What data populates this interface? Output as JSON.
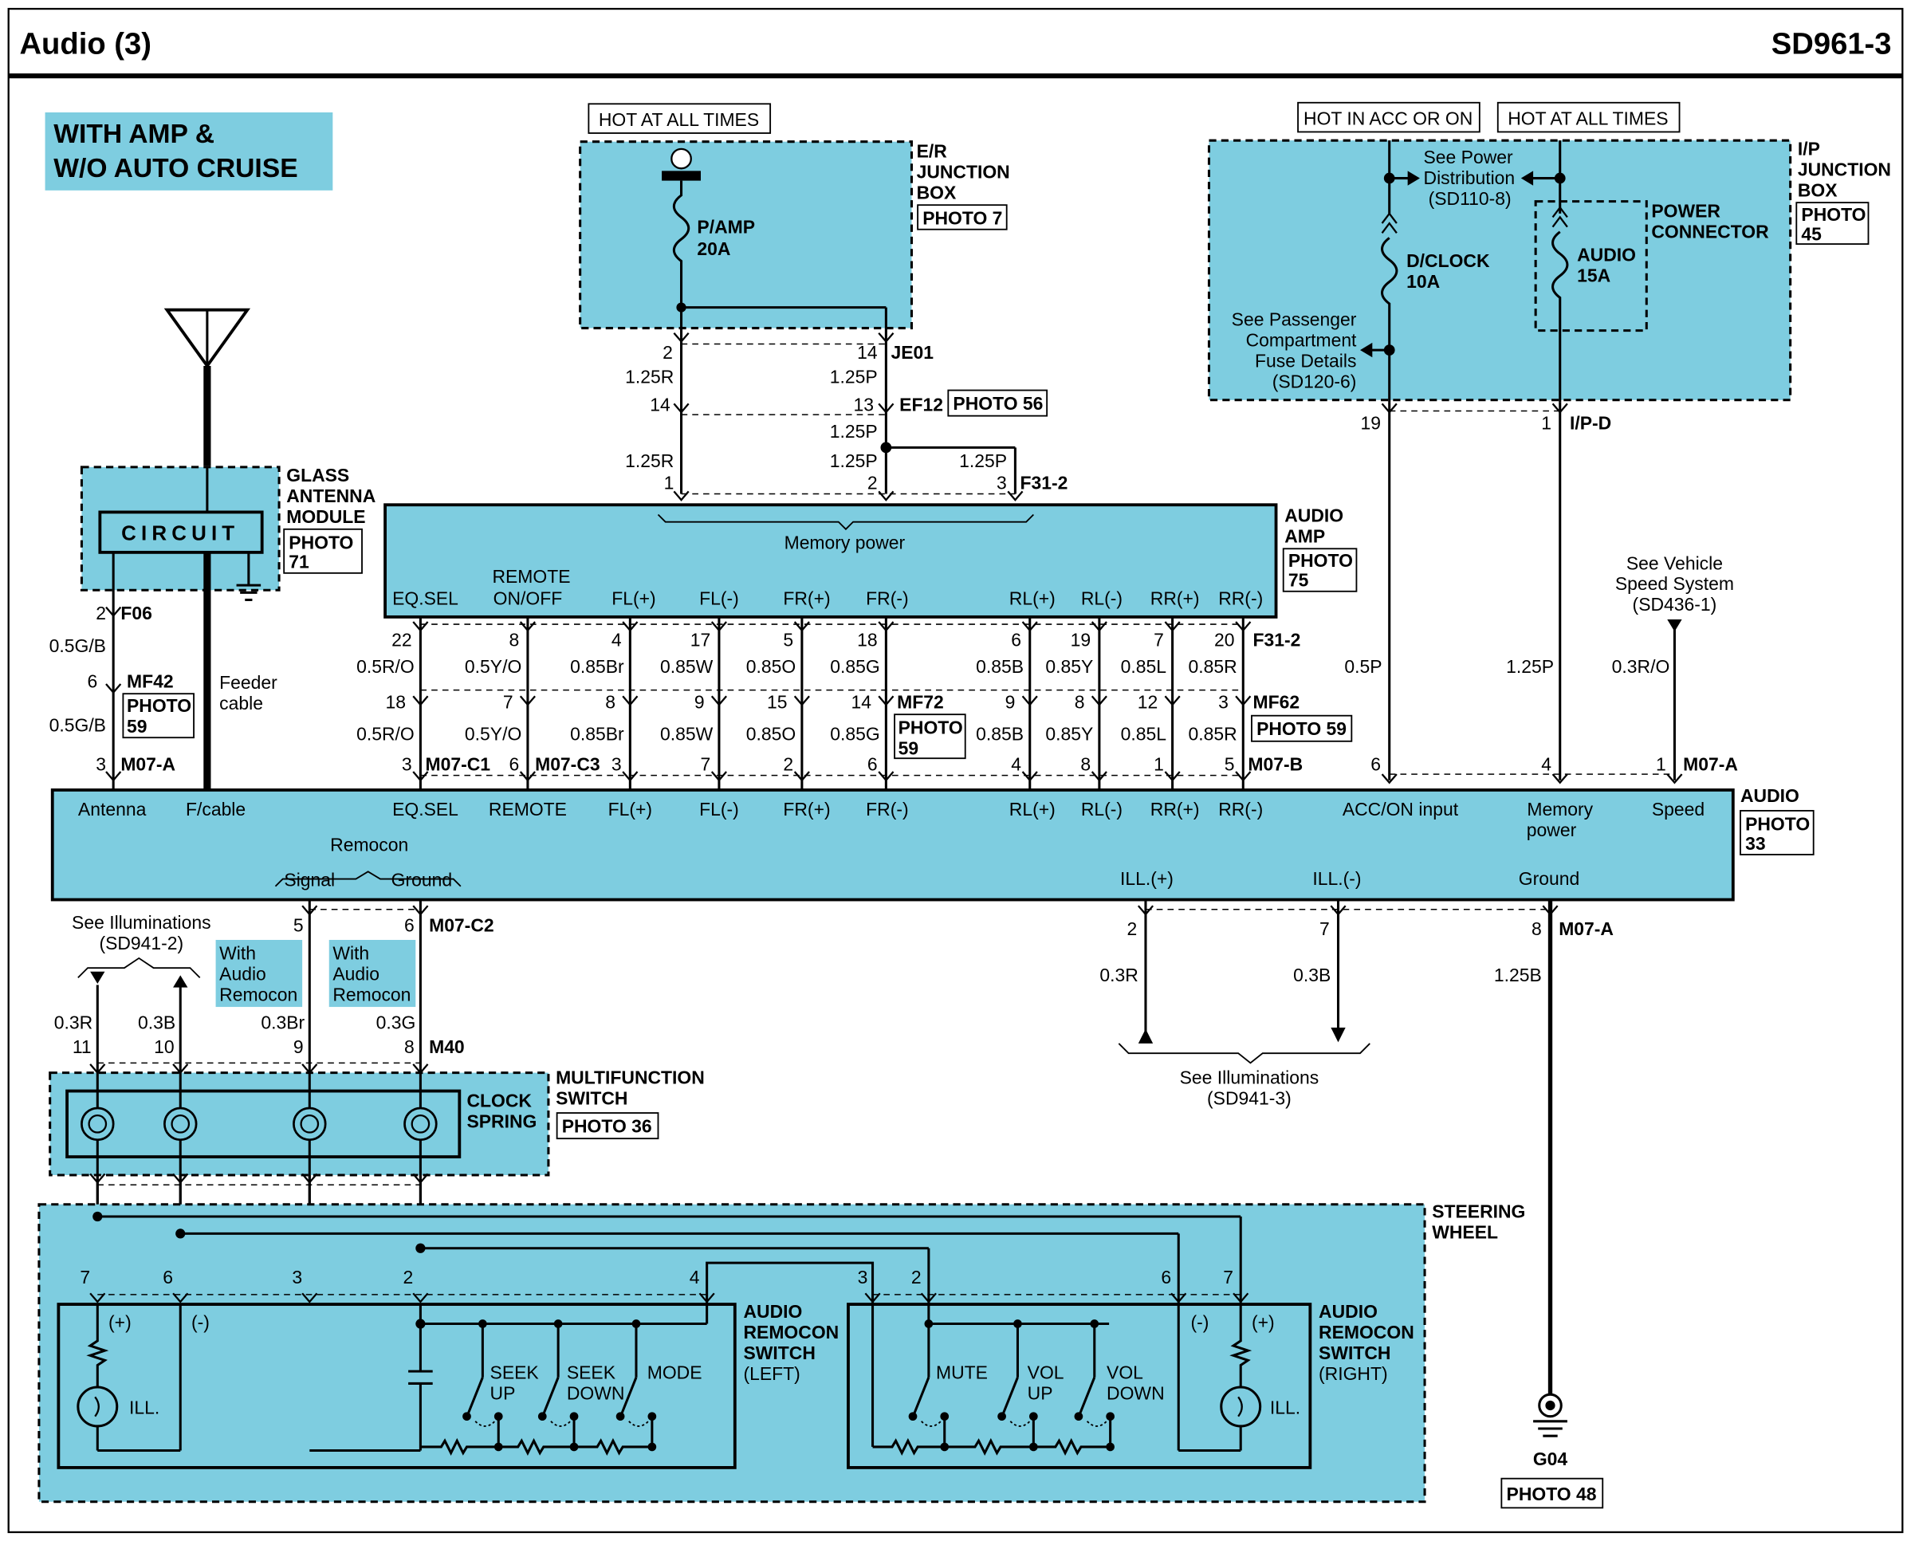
{
  "header": {
    "title": "Audio (3)",
    "code": "SD961-3"
  },
  "variant": {
    "line1": "WITH AMP &",
    "line2": "W/O AUTO CRUISE"
  },
  "hot_labels": {
    "er_hot": "HOT AT ALL TIMES",
    "ip_acc": "HOT IN ACC OR ON",
    "ip_hot": "HOT AT ALL TIMES"
  },
  "er_box": {
    "l1": "E/R",
    "l2": "JUNCTION",
    "l3": "BOX",
    "photo": "PHOTO 7",
    "fuse_name": "P/AMP",
    "fuse_amp": "20A"
  },
  "ip_box": {
    "l1": "I/P",
    "l2": "JUNCTION",
    "l3": "BOX",
    "photo_l1": "PHOTO",
    "photo_l2": "45",
    "see_power_1": "See Power",
    "see_power_2": "Distribution",
    "see_power_3": "(SD110-8)",
    "see_pass_1": "See Passenger",
    "see_pass_2": "Compartment",
    "see_pass_3": "Fuse Details",
    "see_pass_4": "(SD120-6)",
    "dclock_name": "D/CLOCK",
    "dclock_amp": "10A",
    "audio_name": "AUDIO",
    "audio_amp": "15A",
    "power_conn_1": "POWER",
    "power_conn_2": "CONNECTOR"
  },
  "amp_feed": {
    "pin_2": "2",
    "pin_14a": "14",
    "je01": "JE01",
    "w_125r_a": "1.25R",
    "w_125p_a": "1.25P",
    "pin_14b": "14",
    "pin_13": "13",
    "ef12": "EF12",
    "ef12_photo": "PHOTO 56",
    "w_125p_b": "1.25P",
    "w_125r_b": "1.25R",
    "w_125p_c": "1.25P",
    "w_125p_d": "1.25P",
    "pin_1": "1",
    "pin_2b": "2",
    "pin_3": "3",
    "f31_2": "F31-2"
  },
  "amp": {
    "l1": "AUDIO",
    "l2": "AMP",
    "photo_l1": "PHOTO",
    "photo_l2": "75",
    "memory_power": "Memory power",
    "eqsel": "EQ.SEL",
    "remote_1": "REMOTE",
    "remote_2": "ON/OFF",
    "flp": "FL(+)",
    "flm": "FL(-)",
    "frp": "FR(+)",
    "frm": "FR(-)",
    "rlp": "RL(+)",
    "rlm": "RL(-)",
    "rrp": "RR(+)",
    "rrm": "RR(-)"
  },
  "antenna": {
    "l1": "GLASS",
    "l2": "ANTENNA",
    "l3": "MODULE",
    "circuit": "CIRCUIT",
    "photo_l1": "PHOTO",
    "photo_l2": "71",
    "pin_2": "2",
    "f06": "F06",
    "w1": "0.5G/B",
    "pin_6": "6",
    "mf42": "MF42",
    "photo2_l1": "PHOTO",
    "photo2_l2": "59",
    "w2": "0.5G/B",
    "pin_3": "3",
    "m07a": "M07-A",
    "feeder_1": "Feeder",
    "feeder_2": "cable"
  },
  "speaker_wires": {
    "top_pins": [
      "22",
      "8",
      "4",
      "17",
      "5",
      "18",
      "6",
      "19",
      "7",
      "20"
    ],
    "top_colors": [
      "0.5R/O",
      "0.5Y/O",
      "0.85Br",
      "0.85W",
      "0.85O",
      "0.85G",
      "0.85B",
      "0.85Y",
      "0.85L",
      "0.85R"
    ],
    "mid_pins": [
      "18",
      "7",
      "8",
      "9",
      "15",
      "14",
      "9",
      "8",
      "12",
      "3"
    ],
    "bot_colors": [
      "0.5R/O",
      "0.5Y/O",
      "0.85Br",
      "0.85W",
      "0.85O",
      "0.85G",
      "0.85B",
      "0.85Y",
      "0.85L",
      "0.85R"
    ],
    "bot_pins": [
      "3",
      "6",
      "3",
      "7",
      "2",
      "6",
      "4",
      "8",
      "1",
      "5"
    ],
    "f31_2": "F31-2",
    "mf72": "MF72",
    "mf72_photo_l1": "PHOTO",
    "mf72_photo_l2": "59",
    "mf62": "MF62",
    "mf62_photo": "PHOTO 59",
    "m07c1": "M07-C1",
    "m07c3": "M07-C3",
    "m07b": "M07-B"
  },
  "power_wires": {
    "pin_19": "19",
    "pin_1": "1",
    "ipd": "I/P-D",
    "w_05p": "0.5P",
    "w_125p": "1.25P",
    "w_03ro": "0.3R/O",
    "speed_1": "See Vehicle",
    "speed_2": "Speed System",
    "speed_3": "(SD436-1)",
    "pin_6": "6",
    "pin_4": "4",
    "pin_1b": "1",
    "m07a": "M07-A"
  },
  "audio": {
    "label": "AUDIO",
    "photo_l1": "PHOTO",
    "photo_l2": "33",
    "antenna": "Antenna",
    "fcable": "F/cable",
    "eqsel": "EQ.SEL",
    "remote": "REMOTE",
    "flp": "FL(+)",
    "flm": "FL(-)",
    "frp": "FR(+)",
    "frm": "FR(-)",
    "rlp": "RL(+)",
    "rlm": "RL(-)",
    "rrp": "RR(+)",
    "rrm": "RR(-)",
    "acc": "ACC/ON input",
    "mem_1": "Memory",
    "mem_2": "power",
    "speed": "Speed",
    "remocon": "Remocon",
    "signal": "Signal",
    "ground": "Ground",
    "illp": "ILL.(+)",
    "illm": "ILL.(-)",
    "ground2": "Ground"
  },
  "lower_left": {
    "see_ill_1": "See Illuminations",
    "see_ill_2": "(SD941-2)",
    "with_1": "With",
    "with_2": "Audio",
    "with_3": "Remocon",
    "pin_5": "5",
    "pin_6": "6",
    "m07c2": "M07-C2",
    "w_03r": "0.3R",
    "w_03b": "0.3B",
    "w_03br": "0.3Br",
    "w_03g": "0.3G",
    "pin_11": "11",
    "pin_10": "10",
    "pin_9": "9",
    "pin_8": "8",
    "m40": "M40",
    "clock_1": "CLOCK",
    "clock_2": "SPRING",
    "mf_1": "MULTIFUNCTION",
    "mf_2": "SWITCH",
    "mf_photo": "PHOTO 36"
  },
  "lower_right": {
    "pin_2": "2",
    "pin_7": "7",
    "pin_8": "8",
    "m07a": "M07-A",
    "w_03r": "0.3R",
    "w_03b": "0.3B",
    "w_125b": "1.25B",
    "see_ill_1": "See Illuminations",
    "see_ill_2": "(SD941-3)",
    "g04": "G04",
    "g04_photo": "PHOTO 48"
  },
  "steering": {
    "l1": "STEERING",
    "l2": "WHEEL",
    "pins_top": [
      "7",
      "6",
      "3",
      "2",
      "4",
      "3",
      "2",
      "6",
      "7"
    ],
    "left_l1": "AUDIO",
    "left_l2": "REMOCON",
    "left_l3": "SWITCH",
    "left_l4": "(LEFT)",
    "right_l1": "AUDIO",
    "right_l2": "REMOCON",
    "right_l3": "SWITCH",
    "right_l4": "(RIGHT)",
    "plus": "(+)",
    "minus": "(-)",
    "ill": "ILL.",
    "seek_up_1": "SEEK",
    "seek_up_2": "UP",
    "seek_down_1": "SEEK",
    "seek_down_2": "DOWN",
    "mode": "MODE",
    "mute": "MUTE",
    "vol_up_1": "VOL",
    "vol_up_2": "UP",
    "vol_down_1": "VOL",
    "vol_down_2": "DOWN"
  },
  "colors": {
    "fill": "#7ecde0",
    "line": "#000000"
  }
}
